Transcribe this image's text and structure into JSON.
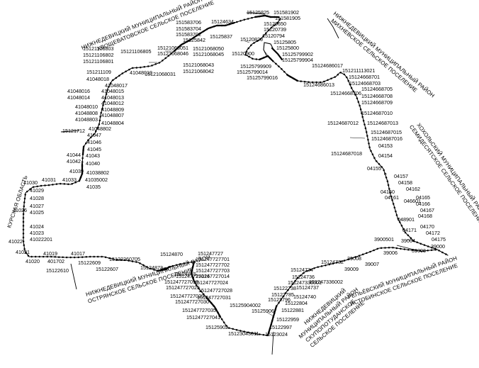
{
  "regions": [
    {
      "name": "north-khvoshchevatoe",
      "lines": [
        "НИЖНЕДЕВИЦКИЙ МУНИЦИПАЛЬНЫЙ РАЙОН",
        "ХВОЩЕВАТОВСКОЕ СЕЛЬСКОЕ ПОСЕЛЕНИЕ"
      ]
    },
    {
      "name": "northeast-mikhnevo",
      "lines": [
        "НИЖНЕДЕВИЦКИЙ МУНИЦИПАЛЬНЫЙ РАЙОН",
        "МИХНЕВСКОЕ СЕЛЬСКОЕ ПОСЕЛЕНИЕ"
      ]
    },
    {
      "name": "east-semidesyatnoe",
      "lines": [
        "ХОХОЛЬСКИЙ МУНИЦИПАЛЬНЫЙ РАЙОН",
        "СЕМИДЕСЯТСКОЕ СЕЛЬСКОЕ ПОСЕЛЕНИЕ"
      ]
    },
    {
      "name": "southeast-istobnoe",
      "lines": [
        "РЕПЬЁВСКИЙ МУНИЦИПАЛЬНЫЙ РАЙОН",
        "ИСТОБИНСКОЕ СЕЛЬСКОЕ ПОСЕЛЕНИЕ"
      ]
    },
    {
      "name": "south-skupopotudan",
      "lines": [
        "НИЖНЕДЕВИЦКИЙ",
        "МУНИЦИПАЛЬНЫЙ РАЙОН",
        "СКУПОПОТУДАНСКОЕ",
        "СЕЛЬСКОЕ ПОСЕЛЕНИЕ"
      ]
    },
    {
      "name": "southwest-ostryanskoe",
      "lines": [
        "НИЖНЕДЕВИЦКИЙ МУНИЦИПАЛЬНЫЙ РАЙОН",
        "ОСТРЯНСКОЕ СЕЛЬСКОЕ ПОСЕЛЕНИЕ"
      ]
    },
    {
      "name": "west-kursk",
      "lines": [
        "КУРСКАЯ ОБЛАСТЬ"
      ]
    }
  ],
  "points": [
    "15125825",
    "151581902",
    "151581905",
    "15120650",
    "15120739",
    "15120794",
    "15120820",
    "15120900",
    "15125805",
    "15125800",
    "15125799902",
    "15125799904",
    "15125799909",
    "15125799014",
    "15125799016",
    "151583706",
    "151583704",
    "151583702",
    "15125842",
    "15125837",
    "15124634",
    "15121068050",
    "15121068051",
    "15121068045",
    "15121068043",
    "15121068042",
    "15121068046",
    "15121068031",
    "15121106803",
    "15121106802",
    "15121106801",
    "15121106805",
    "151211109",
    "41048019",
    "41048018",
    "41048017",
    "41048016",
    "41048015",
    "41048014",
    "41048013",
    "41048012",
    "41048010",
    "41048809",
    "41048808",
    "41048807",
    "41048803",
    "41048804",
    "41048802",
    "15121712",
    "41047",
    "41046",
    "41045",
    "41044",
    "41043",
    "41042",
    "41040",
    "41039",
    "41038802",
    "41035002",
    "41035",
    "41033",
    "41030",
    "41031",
    "41029",
    "41028",
    "41027",
    "41026",
    "41025",
    "41024",
    "41023",
    "41022201",
    "41022",
    "41021",
    "41020",
    "41019",
    "41017",
    "401702",
    "15122610",
    "15122609",
    "15122607",
    "15122260705",
    "15124870",
    "15124873",
    "15124875",
    "151247727",
    "151247727701",
    "151247727702",
    "151247727703",
    "151247727014",
    "151247727016",
    "151247727018",
    "151247727024",
    "151247727025",
    "151247727028",
    "151247727029",
    "151247727030",
    "151247727031",
    "151247727035",
    "151247727041",
    "15125902",
    "15123043011",
    "15122997",
    "15123024",
    "15122959",
    "15122881",
    "15122804",
    "15122785",
    "15122796",
    "15122738",
    "15125906",
    "15125904002",
    "15124740",
    "15124737",
    "15124736",
    "15124734",
    "151247336002",
    "151247336001",
    "15124732",
    "39008",
    "39009",
    "39007",
    "39006",
    "3900501",
    "39004",
    "39003",
    "39000",
    "04175",
    "04172",
    "04170",
    "04171",
    "048901",
    "04168",
    "04167",
    "04166",
    "04165",
    "046601",
    "04161",
    "04160",
    "04162",
    "04158",
    "04157",
    "04155",
    "04154",
    "04153",
    "15124687018",
    "15124687016",
    "15124687015",
    "15124687013",
    "15124687012",
    "15124687010",
    "15124668709",
    "15124668708",
    "15124668706",
    "15124668705",
    "15124668703",
    "15124668701",
    "151211113021",
    "15124686013",
    "15124686017"
  ]
}
